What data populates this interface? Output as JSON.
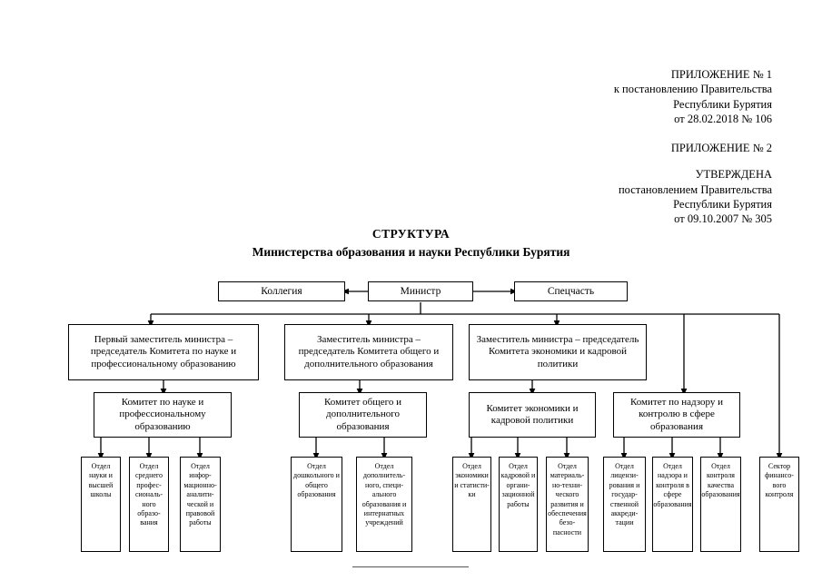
{
  "header": {
    "appendix_one": {
      "title": "ПРИЛОЖЕНИЕ № 1",
      "line2": "к постановлению Правительства",
      "line3": "Республики Бурятия",
      "line4": "от 28.02.2018  № 106"
    },
    "appendix_two": {
      "title": "ПРИЛОЖЕНИЕ № 2",
      "approved": "УТВЕРЖДЕНА",
      "line2": "постановлением Правительства",
      "line3": "Республики Бурятия",
      "line4": "от 09.10.2007 № 305"
    }
  },
  "title": {
    "line1": "СТРУКТУРА",
    "line2": "Министерства образования и науки Республики Бурятия"
  },
  "chart_data": {
    "type": "diagram",
    "orientation": "top-down",
    "top_row": {
      "left": "Коллегия",
      "center": "Министр",
      "right": "Спецчасть"
    },
    "deputies": [
      "Первый заместитель министра – председатель Комитета по науке и профессиональному образованию",
      "Заместитель министра – председатель Комитета общего и дополнительного образования",
      "Заместитель министра – председатель Комитета экономики и кадровой политики"
    ],
    "committees": [
      "Комитет по науке и профессиональному образованию",
      "Комитет общего и дополнительного образования",
      "Комитет экономики и кадровой политики",
      "Комитет по надзору и контролю в сфере образования"
    ],
    "departments": {
      "committee_1": [
        "Отдел науки и высшей школы",
        "Отдел среднего профес­сиональ­ного образо­вания",
        "Отдел инфор­мацион­но-аналити­ческой и правовой работы"
      ],
      "committee_2": [
        "Отдел дошкольного и общего образования",
        "Отдел дополнитель­ного, специ­ального образования и интернатных учреждений"
      ],
      "committee_3": [
        "Отдел экономи­ки и статисти­ки",
        "Отдел кадровой и органи­зацион­ной работы",
        "Отдел материаль­но-техни­ческого развития и обеспече­ния безо­пасности"
      ],
      "committee_4": [
        "Отдел лицензи­рования и государ­ственной аккреди­тации",
        "Отдел надзора и контроля в сфере образо­вания",
        "Отдел контроля качества образо­вания"
      ],
      "standalone": [
        "Сектор финансо­вого контроля"
      ]
    }
  },
  "colors": {
    "line": "#000000",
    "text": "#000000",
    "background": "#ffffff",
    "footer_rule": "#555555"
  }
}
